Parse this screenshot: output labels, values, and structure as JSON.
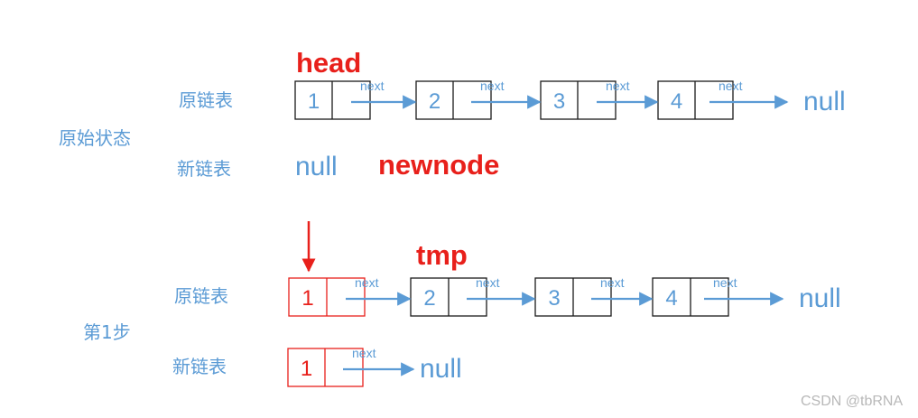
{
  "state_labels": {
    "initial": "原始状态",
    "step1": "第1步"
  },
  "row_labels": {
    "original": "原链表",
    "new": "新链表"
  },
  "pointer_labels": {
    "head": "head",
    "newnode": "newnode",
    "tmp": "tmp"
  },
  "link_label": "next",
  "null_label": "null",
  "initial_state": {
    "original_list": [
      "1",
      "2",
      "3",
      "4"
    ],
    "new_list_value": "null"
  },
  "step1": {
    "original_list": [
      "1",
      "2",
      "3",
      "4"
    ],
    "new_list": [
      "1"
    ],
    "highlight_index": 0
  },
  "watermark": "CSDN @tbRNA",
  "colors": {
    "accent_blue": "#5b9bd5",
    "highlight_red": "#e8201b",
    "box_border": "#1a1a1a"
  }
}
